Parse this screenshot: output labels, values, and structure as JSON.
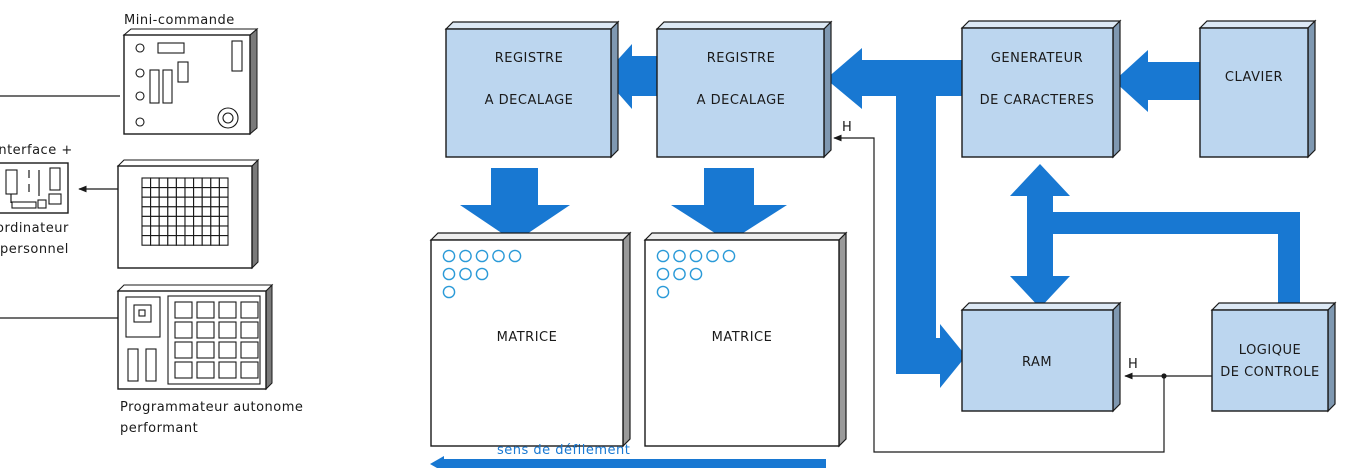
{
  "left_panel": {
    "mini_command_label": "Mini-commande",
    "interface_label": "Interface +",
    "computer_label_line1": "ordinateur",
    "computer_label_line2": "personnel",
    "programmer_label_line1": "Programmateur autonome",
    "programmer_label_line2": "performant"
  },
  "blocks": {
    "shift_register_1": {
      "line1": "REGISTRE",
      "line2": "A DECALAGE"
    },
    "shift_register_2": {
      "line1": "REGISTRE",
      "line2": "A DECALAGE"
    },
    "char_generator": {
      "line1": "GENERATEUR",
      "line2": "DE CARACTERES"
    },
    "keyboard": {
      "label": "CLAVIER"
    },
    "matrix_1": {
      "label": "MATRICE"
    },
    "matrix_2": {
      "label": "MATRICE"
    },
    "ram": {
      "label": "RAM"
    },
    "control_logic": {
      "line1": "LOGIQUE",
      "line2": "DE CONTROLE"
    }
  },
  "clock_labels": {
    "h_register": "H",
    "h_ram": "H"
  },
  "scroll_direction_label": "sens de défilement",
  "colors": {
    "block_fill": "#bcd6ef",
    "arrow_blue": "#1878d2",
    "pixel_blue": "#2a9ad8"
  }
}
